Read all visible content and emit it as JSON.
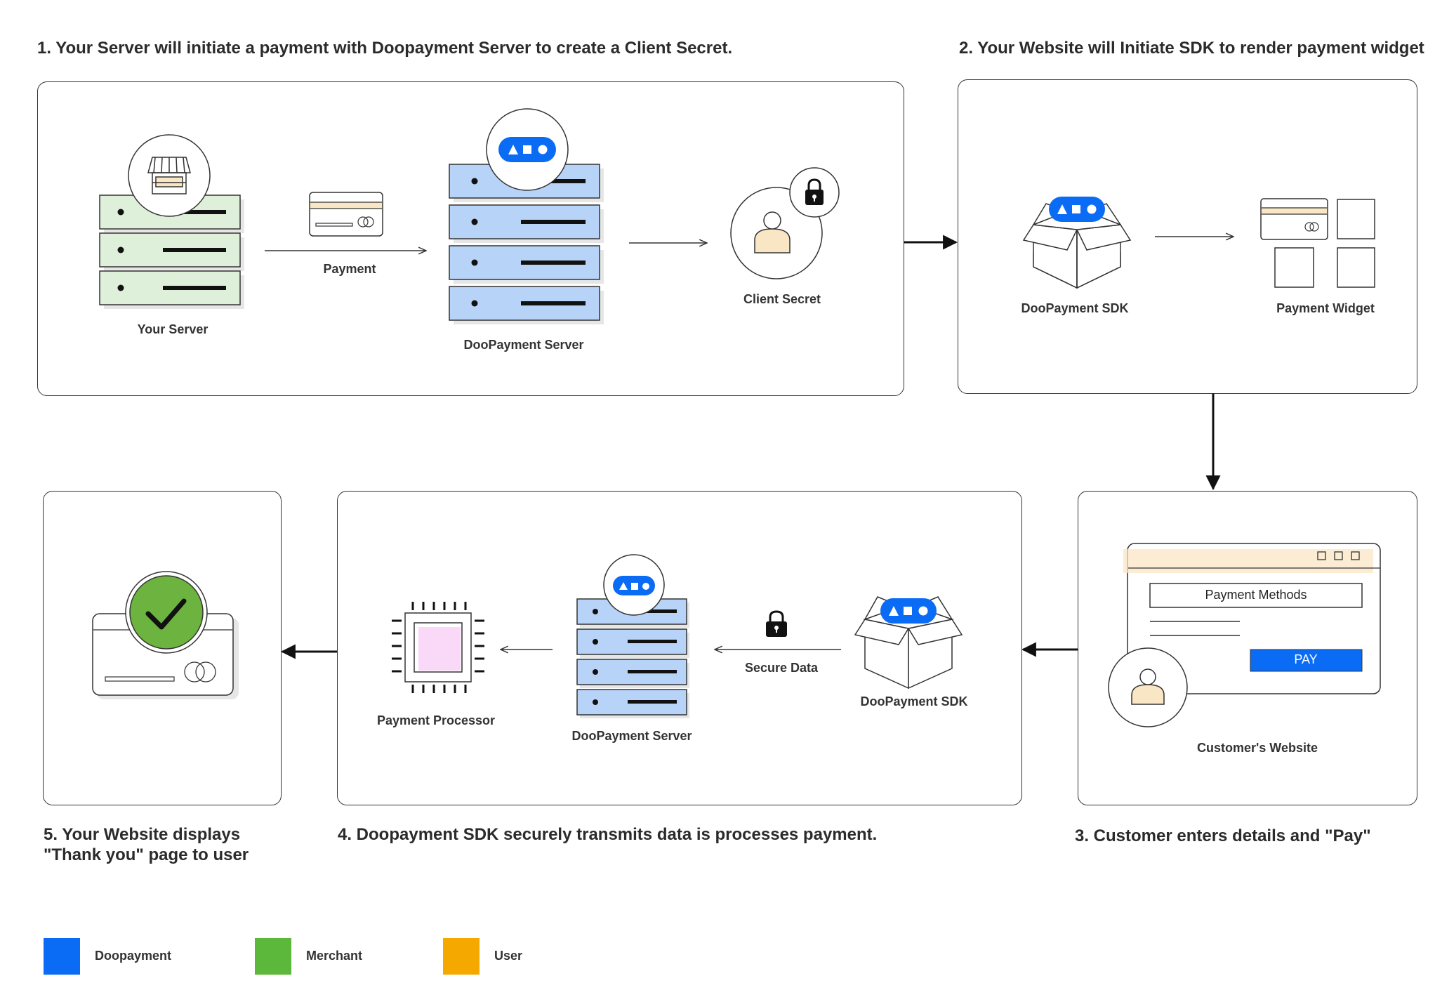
{
  "steps": {
    "step1": "1. Your Server will initiate a payment with Doopayment Server to create a Client Secret.",
    "step2": "2. Your Website will Initiate SDK to render payment widget",
    "step3": "3. Customer enters details and \"Pay\"",
    "step4": "4. Doopayment SDK securely transmits data is processes payment.",
    "step5_line1": "5. Your Website displays",
    "step5_line2": "\"Thank you\" page to user"
  },
  "labels": {
    "your_server": "Your Server",
    "payment": "Payment",
    "doopayment_server": "DooPayment Server",
    "client_secret": "Client Secret",
    "doopayment_sdk": "DooPayment SDK",
    "payment_widget": "Payment Widget",
    "customers_website": "Customer's Website",
    "payment_methods": "Payment Methods",
    "pay": "PAY",
    "secure_data": "Secure Data",
    "payment_processor": "Payment Processor",
    "doopayment_server_2": "DooPayment Server",
    "doopayment_sdk_2": "DooPayment SDK"
  },
  "legend": [
    {
      "label": "Doopayment",
      "color": "#0a6cf5"
    },
    {
      "label": "Merchant",
      "color": "#5cb83a"
    },
    {
      "label": "User",
      "color": "#f5a800"
    }
  ],
  "colors": {
    "doopayment_blue": "#0a6cf5",
    "server_blue_fill": "#b7d3f7",
    "merchant_green_fill": "#dff0da",
    "user_tan": "#f9e6c4",
    "success_green": "#6db33f",
    "chip_pink": "#f9d9f7"
  }
}
